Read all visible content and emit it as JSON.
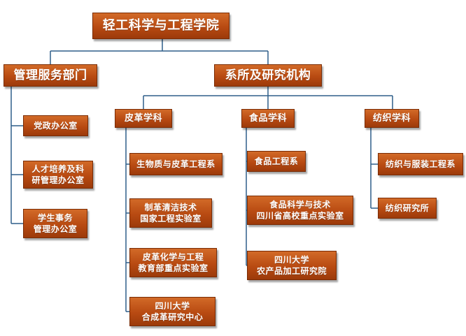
{
  "root": "轻工科学与工程学院",
  "admin": {
    "label": "管理服务部门",
    "items": [
      [
        "党政办公室"
      ],
      [
        "人才培养及科",
        "研管理办公室"
      ],
      [
        "学生事务",
        "管理办公室"
      ]
    ]
  },
  "research": {
    "label": "系所及研究机构",
    "groups": {
      "leather": {
        "label": "皮革学科",
        "items": [
          [
            "生物质与皮革工程系"
          ],
          [
            "制革清洁技术",
            "国家工程实验室"
          ],
          [
            "皮革化学与工程",
            "教育部重点实验室"
          ],
          [
            "四川大学",
            "合成革研究中心"
          ]
        ]
      },
      "food": {
        "label": "食品学科",
        "items": [
          [
            "食品工程系"
          ],
          [
            "食品科学与技术",
            "四川省高校重点实验室"
          ],
          [
            "四川大学",
            "农产品加工研究院"
          ]
        ]
      },
      "textile": {
        "label": "纺织学科",
        "items": [
          [
            "纺织与服装工程系"
          ],
          [
            "纺织研究所"
          ]
        ]
      }
    }
  },
  "colors": {
    "box": "#b84a12",
    "line": "#2e5f8a",
    "text": "#ffffff"
  }
}
